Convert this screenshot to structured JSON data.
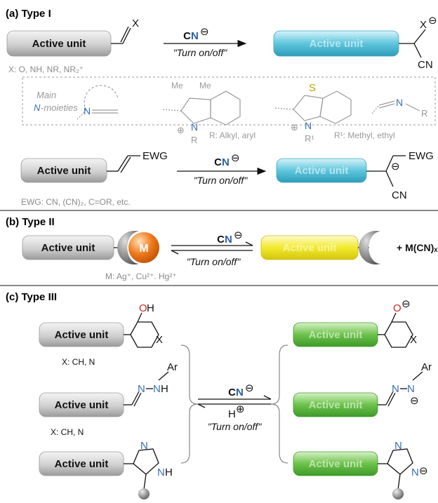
{
  "sections": {
    "a": "(a) Type I",
    "b": "(b) Type II",
    "c": "(c) Type III"
  },
  "unit_label": "Active unit",
  "reagent": {
    "c": "C",
    "n": "N",
    "minus": "⊖"
  },
  "turn_label": "\"Turn on/off\"",
  "type1": {
    "x_atom": "X",
    "x_note": "X: O, NH, NR, NR₂⁺",
    "cn_product": "CN",
    "main_label_1": "Main",
    "main_label_2a": "N",
    "main_label_2b": "-moieties",
    "me1": "Me",
    "me2": "Me",
    "n_atom": "N",
    "r_atom": "R",
    "r_note": "R: Alkyl, aryl",
    "s_atom": "S",
    "r1_atom": "R¹",
    "r1_note": "R¹: Methyl, ethyl",
    "r_end": "R",
    "ewg": "EWG",
    "ewg_note": "EWG: CN, (CN)₂, C=OR, etc."
  },
  "type2": {
    "metal": "M",
    "metal_note": "M: Ag⁺, Cu²⁺. Hg²⁺",
    "product": "+ M(CN)ₓ"
  },
  "type3": {
    "oh": "OH",
    "o_minus": "O⊖",
    "x_atom": "X",
    "x_note_1": "X: CH, N",
    "x_note_2": "X: CH, N",
    "ar": "Ar",
    "nn": "N–NH",
    "nn_minus": "N–N",
    "h_plus": "H⊕",
    "n_atom": "N",
    "nh": "NH"
  },
  "colors": {
    "grey_unit": "#c9c9c9",
    "cyan_unit": "#5fc6dd",
    "yellow_unit": "#f2ea2c",
    "green_unit": "#6cc24a",
    "metal": "#f07b1e",
    "cn_blue": "#2d5fa6"
  }
}
